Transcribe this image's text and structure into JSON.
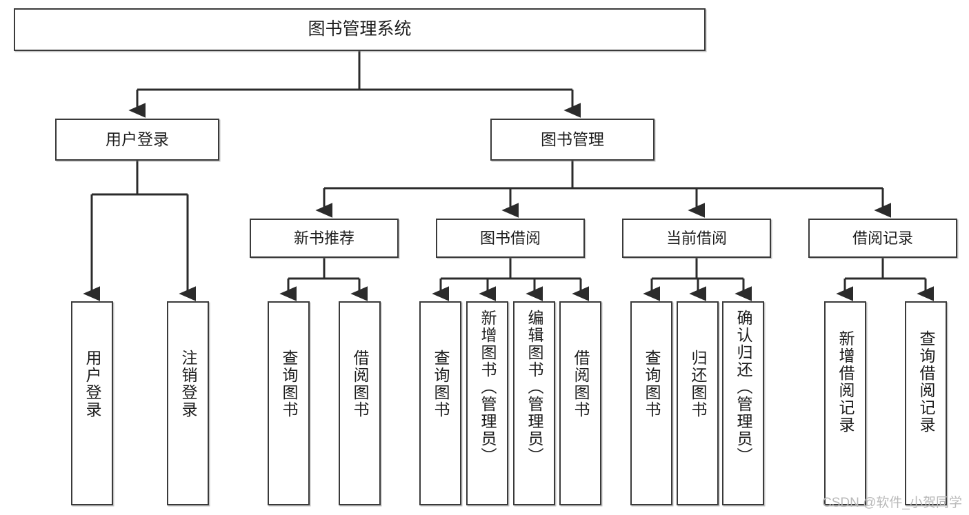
{
  "diagram": {
    "title": "图书管理系统",
    "type": "tree",
    "watermark": "CSDN @软件_小贺同学",
    "colors": {
      "box_border": "#3a3a3a",
      "connector": "#2b2b2b",
      "text": "#1c1c1c",
      "background": "#ffffff",
      "watermark": "#b9b9b9"
    },
    "nodes": {
      "root": {
        "label": "图书管理系统"
      },
      "level1": [
        {
          "label": "用户登录"
        },
        {
          "label": "图书管理"
        }
      ],
      "level2": [
        {
          "label": "新书推荐"
        },
        {
          "label": "图书借阅"
        },
        {
          "label": "当前借阅"
        },
        {
          "label": "借阅记录"
        }
      ],
      "leaves": {
        "user_login": [
          {
            "label": "用户登录"
          },
          {
            "label": "注销登录"
          }
        ],
        "new_book_recommend": [
          {
            "label": "查询图书"
          },
          {
            "label": "借阅图书"
          }
        ],
        "book_borrow": [
          {
            "label": "查询图书"
          },
          {
            "label": "新增图书（管理员）"
          },
          {
            "label": "编辑图书（管理员）"
          },
          {
            "label": "借阅图书"
          }
        ],
        "current_borrow": [
          {
            "label": "查询图书"
          },
          {
            "label": "归还图书"
          },
          {
            "label": "确认归还（管理员）"
          }
        ],
        "borrow_record": [
          {
            "label": "新增借阅记录"
          },
          {
            "label": "查询借阅记录"
          }
        ]
      }
    }
  }
}
